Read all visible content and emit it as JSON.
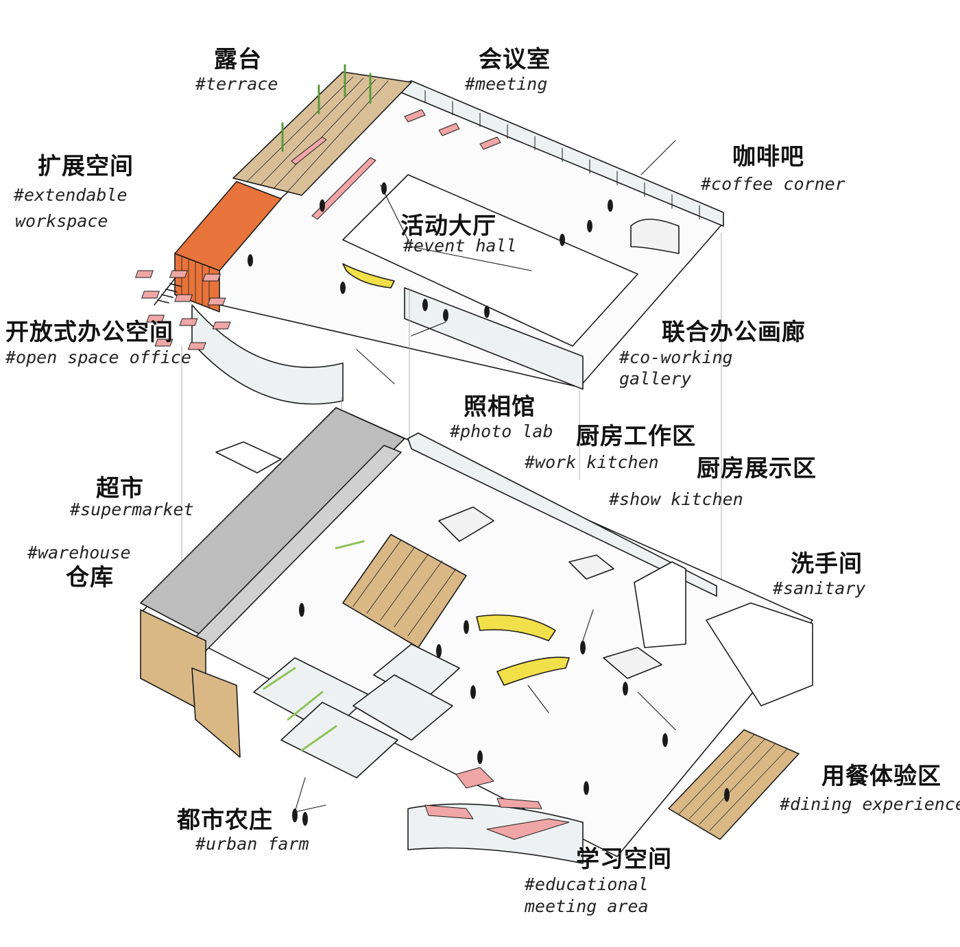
{
  "labels": {
    "terrace": {
      "zh": "露台",
      "en": "#terrace"
    },
    "meeting": {
      "zh": "会议室",
      "en": "#meeting"
    },
    "coffee": {
      "zh": "咖啡吧",
      "en": "#coffee corner"
    },
    "extendable": {
      "zh": "扩展空间",
      "en1": "#extendable",
      "en2": "workspace"
    },
    "event": {
      "zh": "活动大厅",
      "en": "#event hall"
    },
    "open_office": {
      "zh": "开放式办公空间",
      "en": "#open space office"
    },
    "coworking": {
      "zh": "联合办公画廊",
      "en1": "#co-working",
      "en2": "gallery"
    },
    "photo": {
      "zh": "照相馆",
      "en": "#photo lab"
    },
    "work_kitchen": {
      "zh": "厨房工作区",
      "en": "#work kitchen"
    },
    "show_kitchen": {
      "zh": "厨房展示区",
      "en": "#show kitchen"
    },
    "supermarket": {
      "zh": "超市",
      "en": "#supermarket"
    },
    "warehouse": {
      "en": "#warehouse",
      "zh": "仓库"
    },
    "sanitary": {
      "zh": "洗手间",
      "en": "#sanitary"
    },
    "dining": {
      "zh": "用餐体验区",
      "en": "#dining experience"
    },
    "urban_farm": {
      "zh": "都市农庄",
      "en": "#urban farm"
    },
    "education": {
      "zh": "学习空间",
      "en1": "#educational",
      "en2": "meeting area"
    }
  },
  "colors": {
    "ink": "#1a1a1a",
    "wall_grey": "#bdbdbd",
    "wood": "#d9b886",
    "terrace_tan": "#d8bf98",
    "container_orange": "#e8743b",
    "desk_pink": "#f0a6a6",
    "sofa_yellow": "#f2e04a",
    "plant_green": "#8fc25b",
    "glass": "#f4f6f6"
  }
}
